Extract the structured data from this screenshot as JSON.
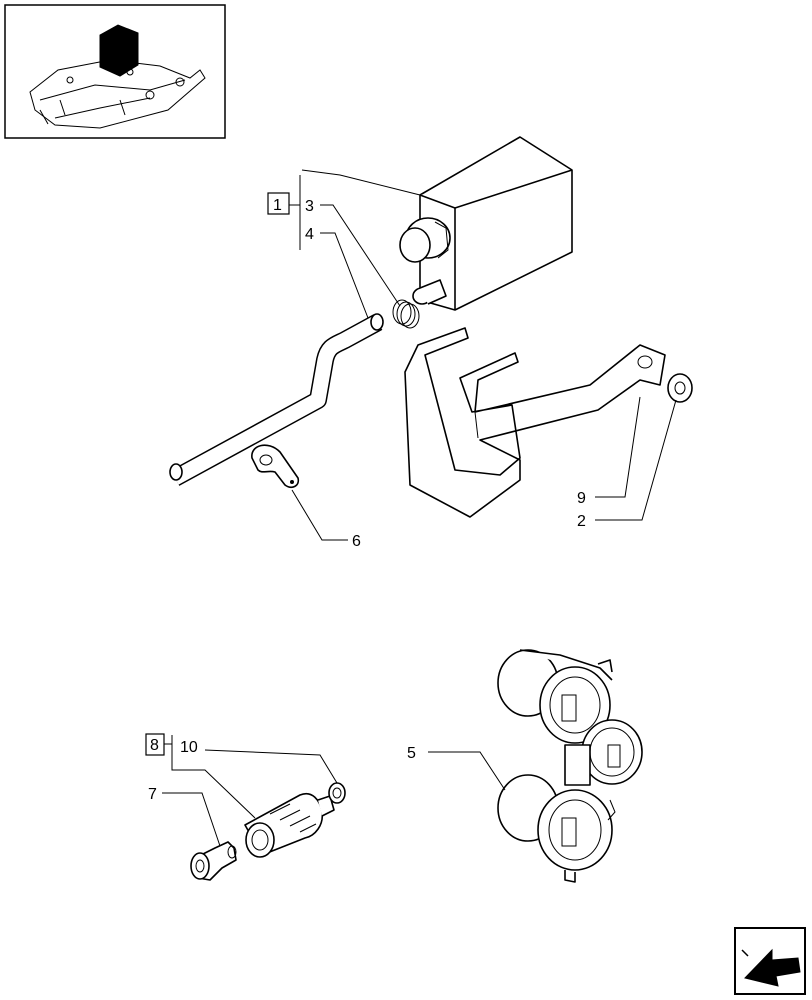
{
  "callouts": {
    "c1": "1",
    "c2": "2",
    "c3": "3",
    "c4": "4",
    "c5": "5",
    "c6": "6",
    "c7": "7",
    "c8": "8",
    "c9": "9",
    "c10": "10"
  },
  "icons": {
    "thumbnail": "tractor-lift-housing-thumbnail",
    "nav": "next-page-arrow-icon"
  },
  "colors": {
    "line": "#000000",
    "background": "#ffffff"
  }
}
